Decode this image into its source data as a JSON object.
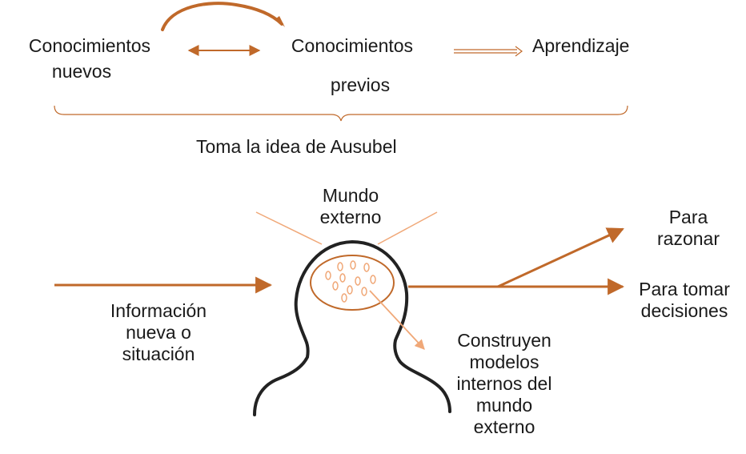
{
  "colors": {
    "accent": "#c0692a",
    "accent_light": "#f0a878",
    "text": "#1a1a1a",
    "outline": "#222222"
  },
  "top_flow": {
    "new_knowledge_line1": "Conocimientos",
    "new_knowledge_line2": "nuevos",
    "prior_knowledge_line1": "Conocimientos",
    "prior_knowledge_line2": "previos",
    "learning": "Aprendizaje",
    "brace_caption": "Toma la idea de Ausubel"
  },
  "mental_model": {
    "external_world_line1": "Mundo",
    "external_world_line2": "externo",
    "new_info_line1": "Información",
    "new_info_line2": "nueva o",
    "new_info_line3": "situación",
    "reason_line1": "Para",
    "reason_line2": "razonar",
    "decide_line1": "Para tomar",
    "decide_line2": "decisiones",
    "internal_models_line1": "Construyen",
    "internal_models_line2": "modelos",
    "internal_models_line3": "internos del",
    "internal_models_line4": "mundo",
    "internal_models_line5": "externo"
  }
}
